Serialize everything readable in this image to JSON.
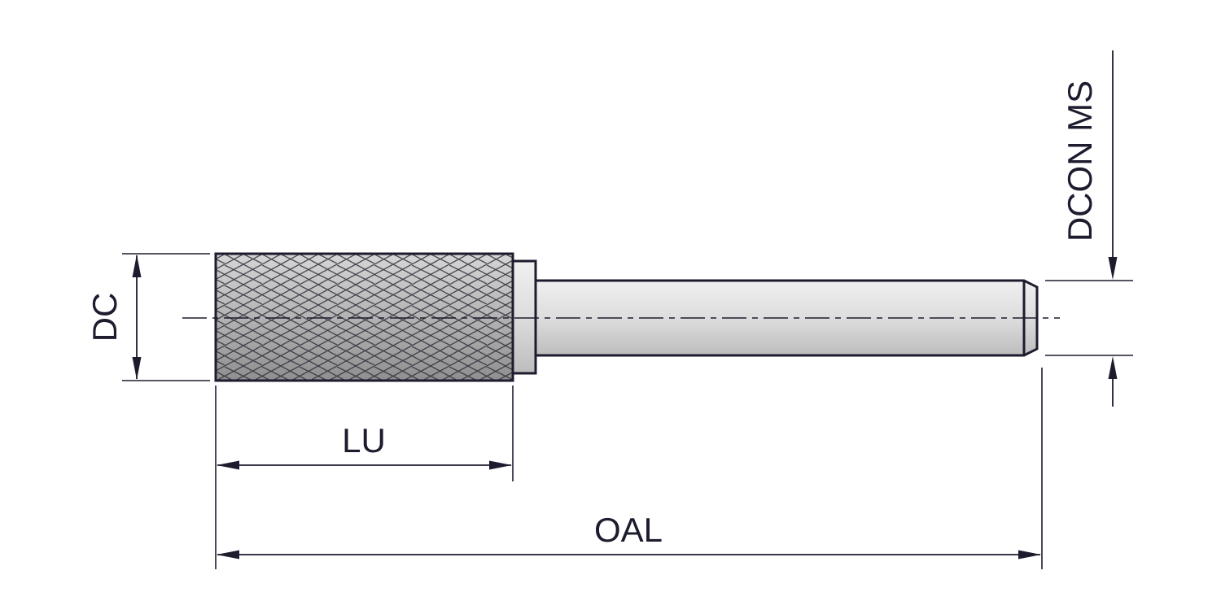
{
  "diagram": {
    "type": "technical-dimension-drawing",
    "subject": "cylindrical carbide burr with shank",
    "labels": {
      "cutter_diameter": "DC",
      "usable_length": "LU",
      "overall_length": "OAL",
      "shank_diameter": "DCON MS"
    },
    "colors": {
      "line": "#1c1c2e",
      "head_fill_light": "#d6d6d6",
      "head_fill_dark": "#8f8f8f",
      "shank_fill_light": "#f0f0f0",
      "shank_fill_dark": "#bdbdbd",
      "background": "#ffffff"
    }
  }
}
